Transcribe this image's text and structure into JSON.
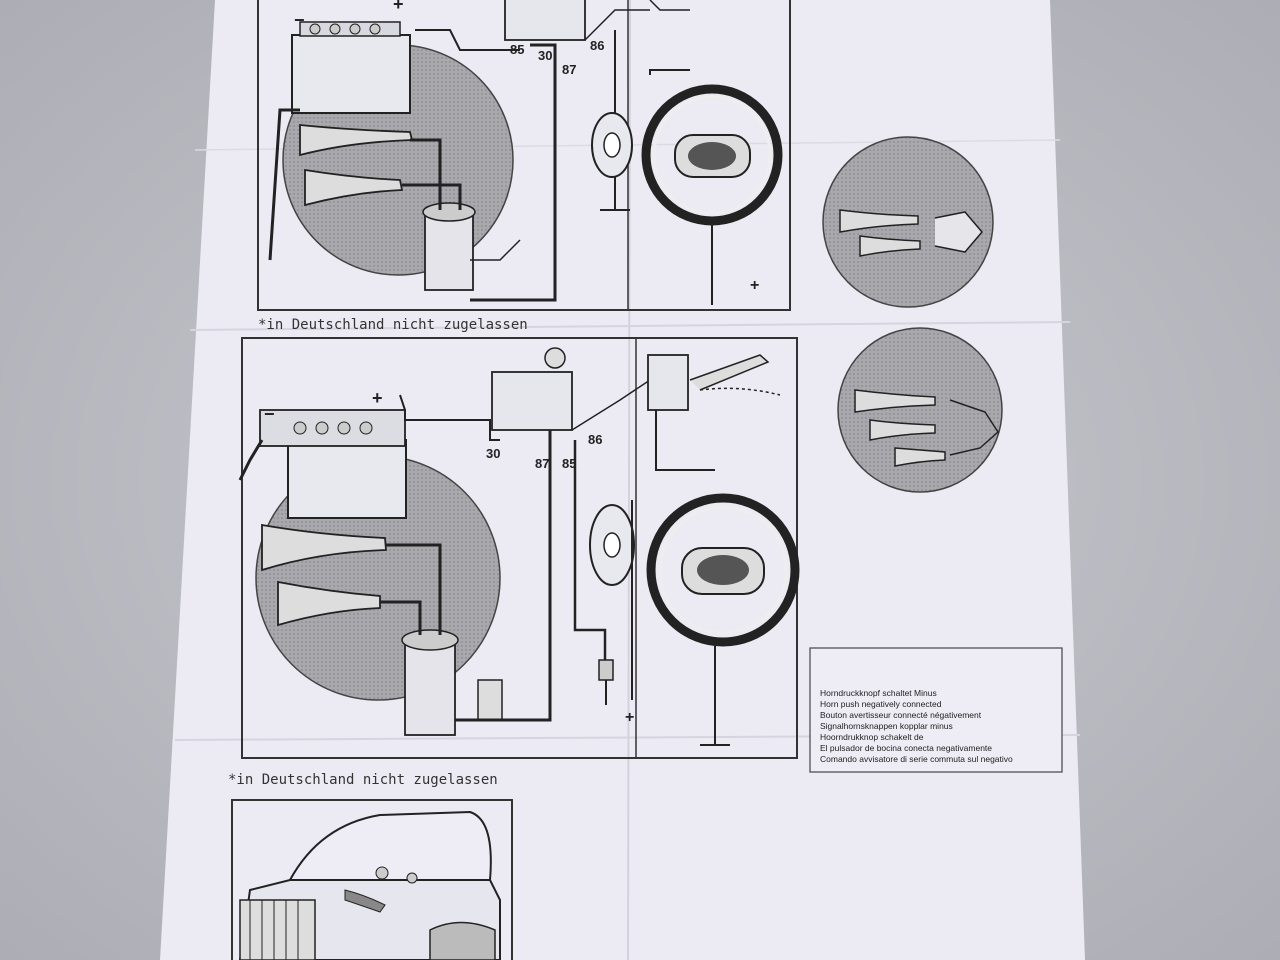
{
  "top_diagram": {
    "terminals": [
      "85",
      "30",
      "87",
      "86"
    ],
    "minus": "−",
    "plus": "+",
    "footnote": "*in Deutschland nicht zugelassen"
  },
  "middle_diagram": {
    "terminals": [
      "30",
      "87",
      "85",
      "86"
    ],
    "minus": "−",
    "plus": "+",
    "footnote": "*in Deutschland nicht zugelassen"
  },
  "legend": [
    "Horndruckknopf schaltet Minus",
    "Horn push negatively connected",
    "Bouton avertisseur connecté négativement",
    "Signalhornsknappen kopplar minus",
    "Hoorndrukknop schakelt de",
    "El pulsador de bocina conecta negativamente",
    "Comando avvisatore di serie commuta sul negativo"
  ]
}
